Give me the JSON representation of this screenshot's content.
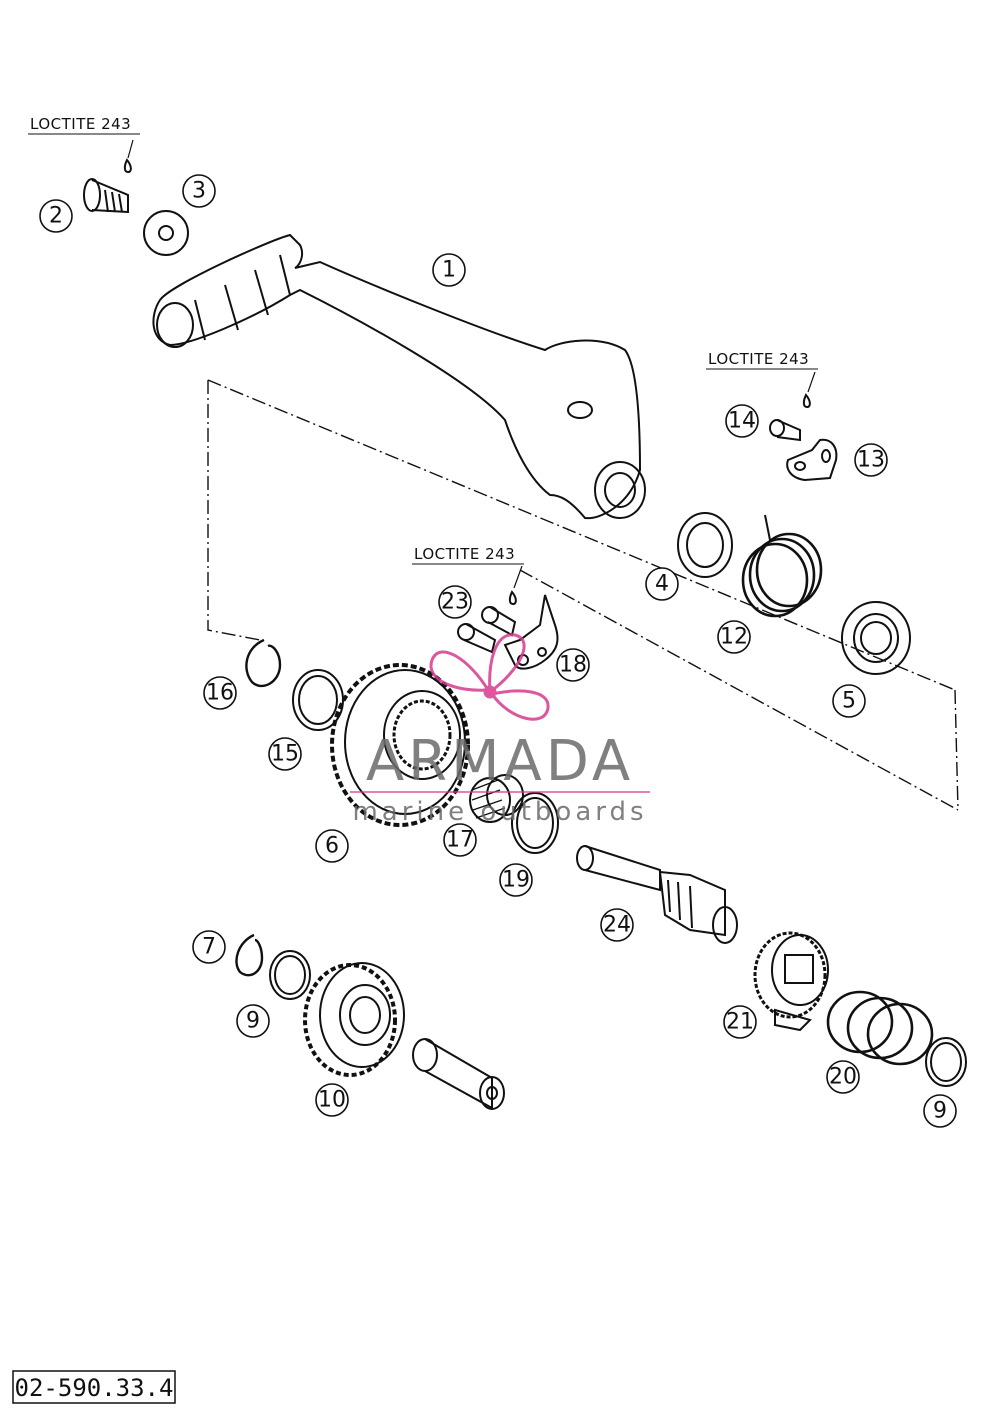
{
  "diagram": {
    "reference_code": "02-590.33.4",
    "loctite_notes": [
      "LOCTITE 243",
      "LOCTITE 243",
      "LOCTITE 243"
    ],
    "callouts": [
      "1",
      "2",
      "3",
      "4",
      "5",
      "6",
      "7",
      "9",
      "9",
      "10",
      "12",
      "13",
      "14",
      "15",
      "16",
      "17",
      "18",
      "19",
      "20",
      "21",
      "23",
      "24"
    ]
  },
  "watermark": {
    "brand": "ARMADA",
    "tagline": "marine outboards",
    "color_text": "#6b6b6b",
    "color_logo": "#d63a8e"
  },
  "colors": {
    "line": "#111111",
    "paper": "#ffffff"
  }
}
